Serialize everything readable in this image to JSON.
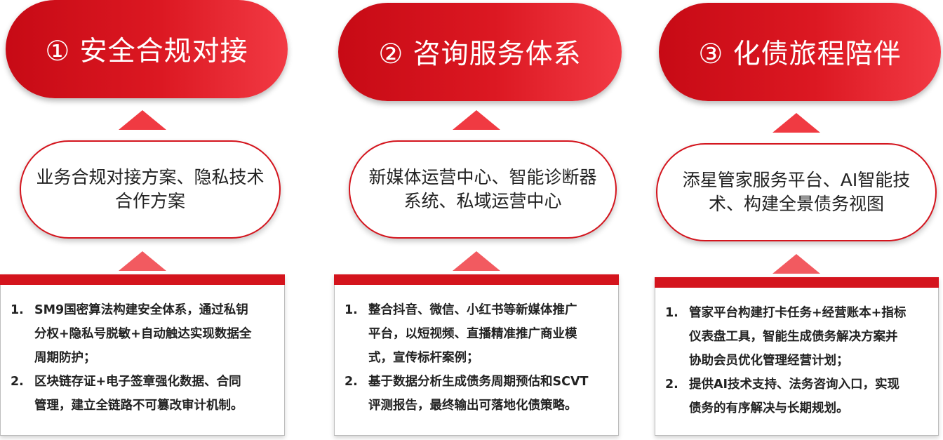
{
  "columns": [
    {
      "title": "① 安全合规对接",
      "summary_lines": [
        "业务合规对接方案、隐私技术",
        "合作方案"
      ],
      "points": [
        {
          "num": "1.",
          "lines": [
            "SM9国密算法构建安全体系，通过私钥",
            "分权+隐私号脱敏+自动触达实现数据全",
            "周期防护；"
          ]
        },
        {
          "num": "2.",
          "lines": [
            "区块链存证+电子签章强化数据、合同",
            "管理，建立全链路不可篡改审计机制。"
          ]
        }
      ]
    },
    {
      "title": "② 咨询服务体系",
      "summary_lines": [
        "新媒体运营中心、智能诊断器",
        "系统、私域运营中心"
      ],
      "points": [
        {
          "num": "1.",
          "lines": [
            "整合抖音、微信、小红书等新媒体推广",
            "平台，以短视频、直播精准推广商业模",
            "式，宣传标杆案例；"
          ]
        },
        {
          "num": "2.",
          "lines": [
            "基于数据分析生成债务周期预估和SCVT",
            "评测报告，最终输出可落地化债策略。"
          ]
        }
      ]
    },
    {
      "title": "③ 化债旅程陪伴",
      "summary_lines": [
        "添星管家服务平台、AI智能技",
        "术、构建全景债务视图"
      ],
      "points": [
        {
          "num": "1.",
          "lines": [
            "管家平台构建打卡任务+经营账本+指标",
            "仪表盘工具，智能生成债务解决方案并",
            "协助会员优化管理经营计划；"
          ]
        },
        {
          "num": "2.",
          "lines": [
            "提供AI技术支持、法务咨询入口，实现",
            "债务的有序解决与长期规划。"
          ]
        }
      ]
    }
  ],
  "colors": {
    "accent": "#d4141d",
    "pill_start": "#c70a15",
    "pill_end": "#f23a44",
    "text": "#222222"
  }
}
